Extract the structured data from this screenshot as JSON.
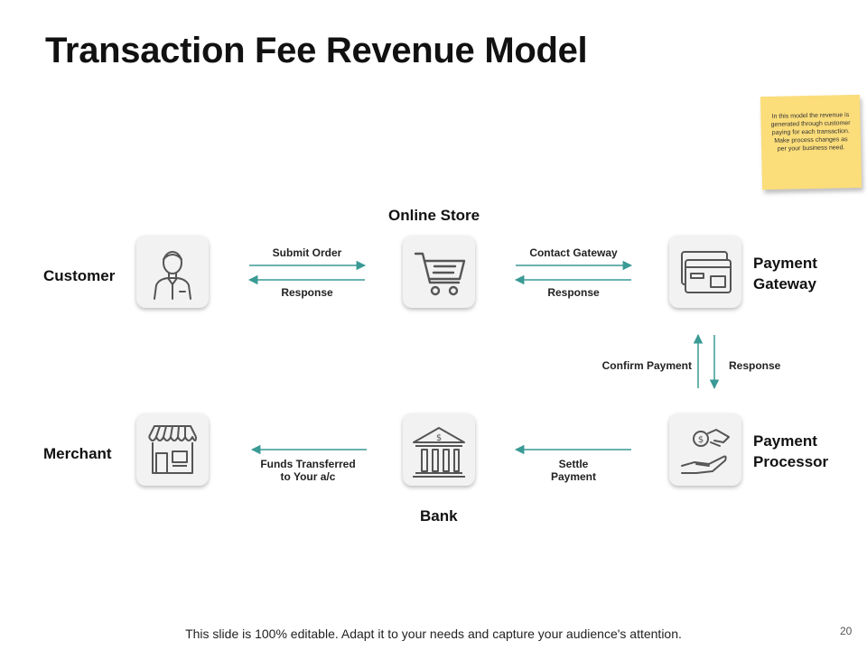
{
  "slide": {
    "title": "Transaction Fee Revenue Model",
    "note": "In this model the revenue is generated through customer paying for each transaction. Make process changes as per your business need.",
    "footer": "This slide is 100% editable. Adapt it to your needs and capture your audience's attention.",
    "page_number": "20"
  },
  "nodes": {
    "customer": {
      "label": "Customer",
      "icon": "person-icon"
    },
    "online_store": {
      "label": "Online Store",
      "icon": "shopping-cart-icon"
    },
    "payment_gateway": {
      "label_line1": "Payment",
      "label_line2": "Gateway",
      "icon": "credit-card-icon"
    },
    "merchant": {
      "label": "Merchant",
      "icon": "storefront-icon"
    },
    "bank": {
      "label": "Bank",
      "icon": "bank-building-icon"
    },
    "payment_processor": {
      "label_line1": "Payment",
      "label_line2": "Processor",
      "icon": "hand-receiving-money-icon"
    }
  },
  "edges": {
    "submit_order": "Submit Order",
    "response_customer": "Response",
    "contact_gateway": "Contact Gateway",
    "response_store": "Response",
    "confirm_payment": "Confirm Payment",
    "response_gateway": "Response",
    "settle_payment_line1": "Settle",
    "settle_payment_line2": "Payment",
    "funds_line1": "Funds Transferred",
    "funds_line2": "to Your a/c"
  },
  "colors": {
    "arrow": "#3a9a95",
    "icon_stroke": "#555555",
    "icon_box": "#f2f2f2",
    "note": "#fbdd7a"
  }
}
